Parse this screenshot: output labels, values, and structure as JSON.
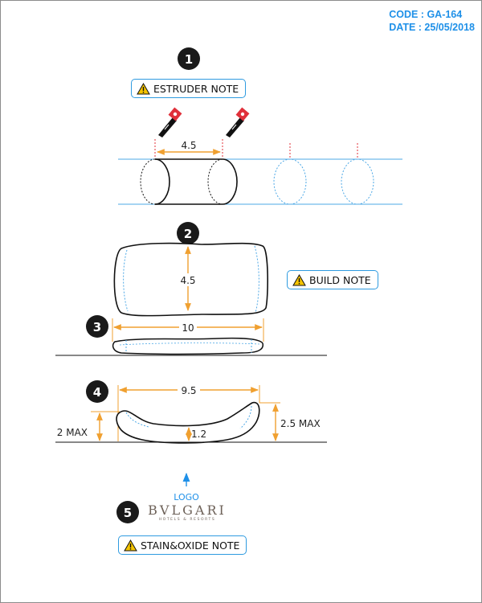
{
  "header": {
    "code_line": "CODE : GA-164",
    "date_line": "DATE : 25/05/2018"
  },
  "notes": {
    "extruder": "ESTRUDER NOTE",
    "build": "BUILD NOTE",
    "stain_oxide": "STAIN&OXIDE NOTE"
  },
  "steps": [
    "1",
    "2",
    "3",
    "4",
    "5"
  ],
  "dimensions": {
    "extrusion_spacing": "4.5",
    "build_height": "4.5",
    "build_length": "10",
    "final_length": "9.5",
    "left_height": "2 MAX",
    "center_thickness": "1.2",
    "right_height": "2.5 MAX"
  },
  "logo": {
    "label": "LOGO",
    "brand": "BVLGARI",
    "subline": "HOTELS & RESORTS"
  },
  "colors": {
    "accent_blue": "#1e90e8",
    "dimension_orange": "#f0a030",
    "note_border": "#2f9be0",
    "cutter_red": "#e0303a"
  },
  "icons": [
    "warning-icon",
    "cutter-icon"
  ]
}
